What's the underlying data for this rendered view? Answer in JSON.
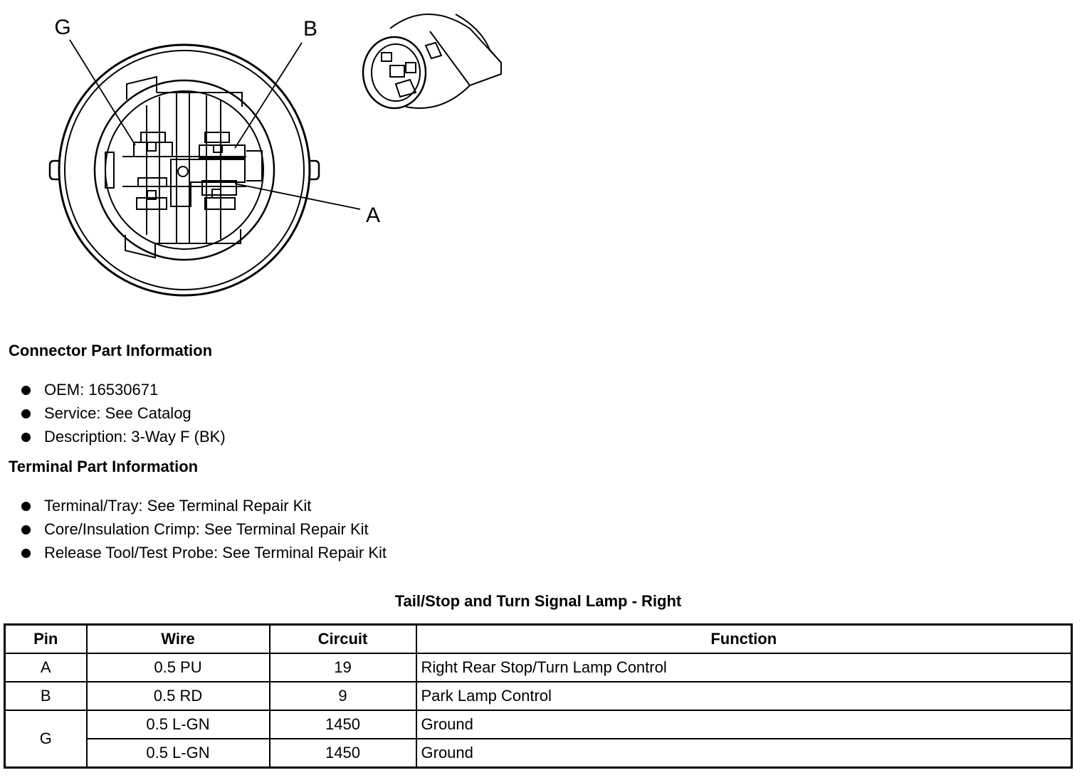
{
  "diagram": {
    "callouts": {
      "g": "G",
      "b": "B",
      "a": "A"
    }
  },
  "connector_info": {
    "heading": "Connector Part Information",
    "items": [
      "OEM: 16530671",
      "Service: See Catalog",
      "Description: 3-Way F (BK)"
    ]
  },
  "terminal_info": {
    "heading": "Terminal Part Information",
    "items": [
      "Terminal/Tray: See Terminal Repair Kit",
      "Core/Insulation Crimp: See Terminal Repair Kit",
      "Release Tool/Test Probe: See Terminal Repair Kit"
    ]
  },
  "pin_table": {
    "title": "Tail/Stop and Turn Signal Lamp - Right",
    "headers": {
      "pin": "Pin",
      "wire": "Wire",
      "circuit": "Circuit",
      "function": "Function"
    },
    "rows": [
      {
        "pin": "A",
        "wire": "0.5 PU",
        "circuit": "19",
        "function": "Right Rear Stop/Turn Lamp Control"
      },
      {
        "pin": "B",
        "wire": "0.5 RD",
        "circuit": "9",
        "function": "Park Lamp Control"
      },
      {
        "pin": "G",
        "wire": "0.5 L-GN",
        "circuit": "1450",
        "function": "Ground"
      },
      {
        "pin": "",
        "wire": "0.5 L-GN",
        "circuit": "1450",
        "function": "Ground"
      }
    ]
  }
}
